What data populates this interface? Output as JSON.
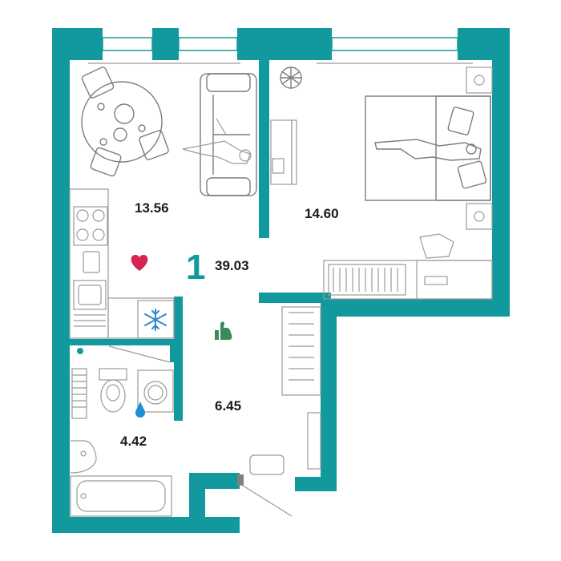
{
  "plan": {
    "total_area": "39.03",
    "room_count": "1",
    "rooms": [
      {
        "id": "living-kitchen",
        "area": "13.56"
      },
      {
        "id": "bedroom",
        "area": "14.60"
      },
      {
        "id": "hallway",
        "area": "6.45"
      },
      {
        "id": "bathroom",
        "area": "4.42"
      }
    ],
    "icons": [
      "heart-icon",
      "snowflake-icon",
      "thumbs-up-icon",
      "water-drop-icon"
    ]
  },
  "colors": {
    "wall": "#12999e",
    "accent_heart": "#d6244f",
    "accent_thumb": "#3a8a5a",
    "snowflake": "#2f86c8",
    "drop": "#1f8fd6",
    "furniture_line": "#9a9a9a"
  }
}
